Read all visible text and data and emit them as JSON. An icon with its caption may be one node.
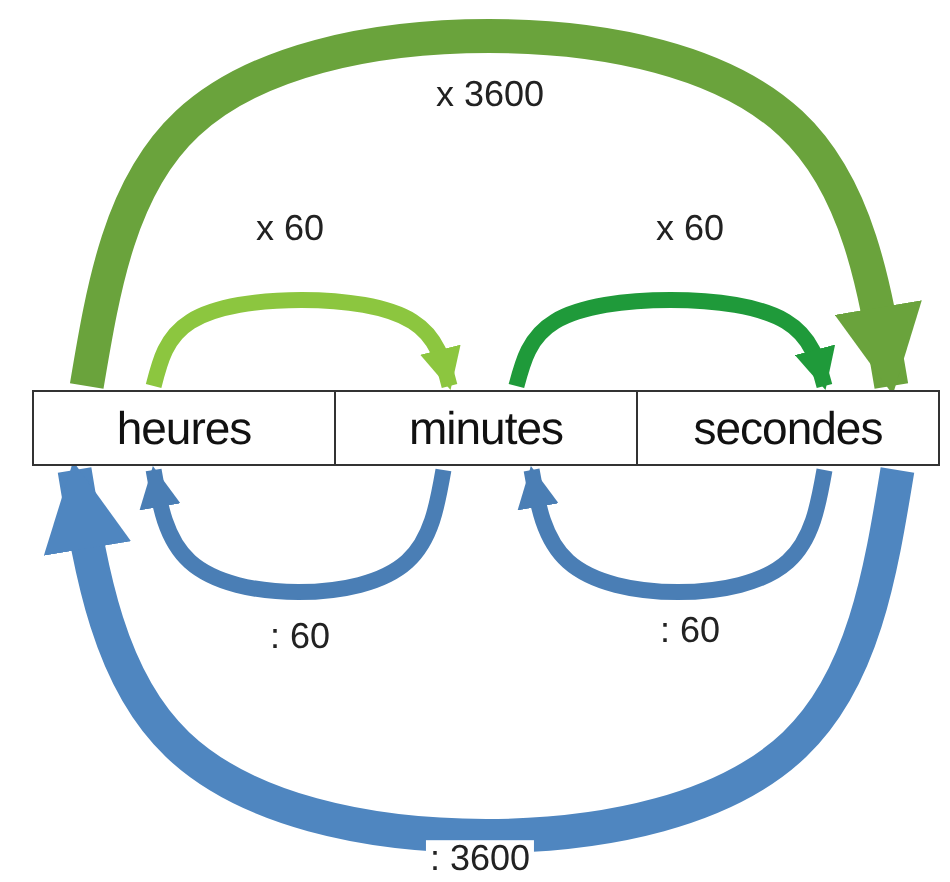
{
  "diagram": {
    "nodes": [
      {
        "text": [
          "heures"
        ]
      },
      {
        "text": [
          "minutes"
        ]
      },
      {
        "text": [
          "secondes"
        ]
      }
    ],
    "edges": [
      {
        "from": 0,
        "to": 1,
        "arrow": "to",
        "label": "x 60",
        "color": "#8cc63f"
      },
      {
        "from": 1,
        "to": 2,
        "arrow": "to",
        "label": "x 60",
        "color": "#1f9a3a"
      },
      {
        "from": 0,
        "to": 2,
        "arrow": "to",
        "label": "x 3600",
        "style": "thick",
        "color": "#6aa33c"
      },
      {
        "from": 1,
        "to": 0,
        "arrow": "to",
        "label": ": 60",
        "color": "#4a7eb5"
      },
      {
        "from": 2,
        "to": 1,
        "arrow": "to",
        "label": ": 60",
        "color": "#4a7eb5"
      },
      {
        "from": 2,
        "to": 0,
        "arrow": "to",
        "label": ": 3600",
        "style": "thick",
        "color": "#4f86c0"
      }
    ]
  }
}
